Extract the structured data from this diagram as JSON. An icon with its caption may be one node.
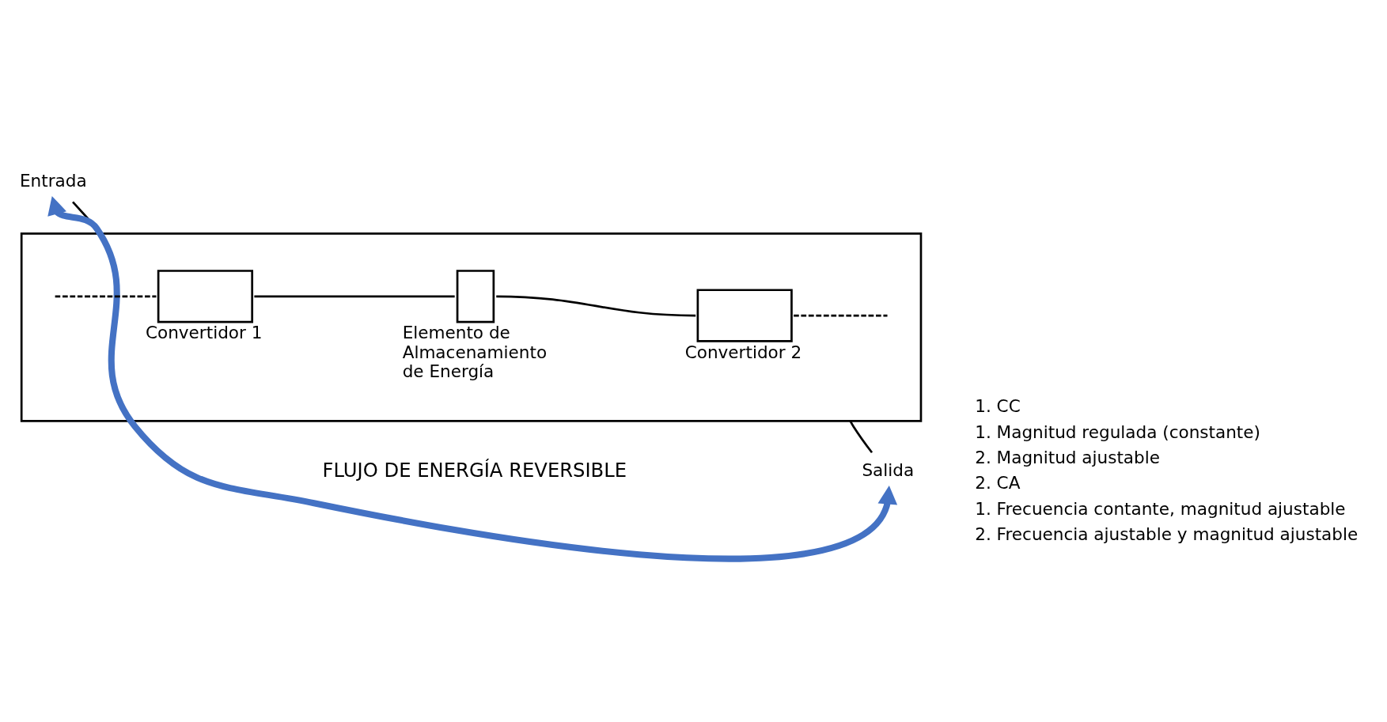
{
  "diagram": {
    "nodes": [
      {
        "text": [],
        "shape": "box"
      },
      {
        "text": [
          "Convertidor 1"
        ],
        "in": 0
      },
      {
        "text": [
          "Elemento de Almacenamiento de Energía"
        ],
        "in": 0
      },
      {
        "text": [
          "Convertidor 2"
        ],
        "in": 0
      },
      {
        "text": [
          "Entrada"
        ]
      },
      {
        "text": [
          "Salida"
        ]
      }
    ],
    "edges": [
      {
        "from": 4,
        "to": 0,
        "arrow": "none"
      },
      {
        "from": null,
        "to": 1,
        "arrow": "none",
        "style": "dashed"
      },
      {
        "from": 1,
        "to": 2,
        "arrow": "none"
      },
      {
        "from": 2,
        "to": 3,
        "arrow": "none"
      },
      {
        "from": 3,
        "to": null,
        "arrow": "none",
        "style": "dashed"
      },
      {
        "from": 0,
        "to": 5,
        "arrow": "none"
      },
      {
        "from": 5,
        "to": 4,
        "arrow": "both",
        "style": "thick",
        "color": "#4472c4"
      }
    ],
    "labels": [
      "FLUJO DE ENERGÍA REVERSIBLE",
      "1. CC",
      "1. Magnitud regulada (constante)",
      "2. Magnitud ajustable",
      "2. CA",
      "1. Frecuencia contante, magnitud ajustable",
      "2. Frecuencia ajustable y magnitud ajustable"
    ]
  }
}
